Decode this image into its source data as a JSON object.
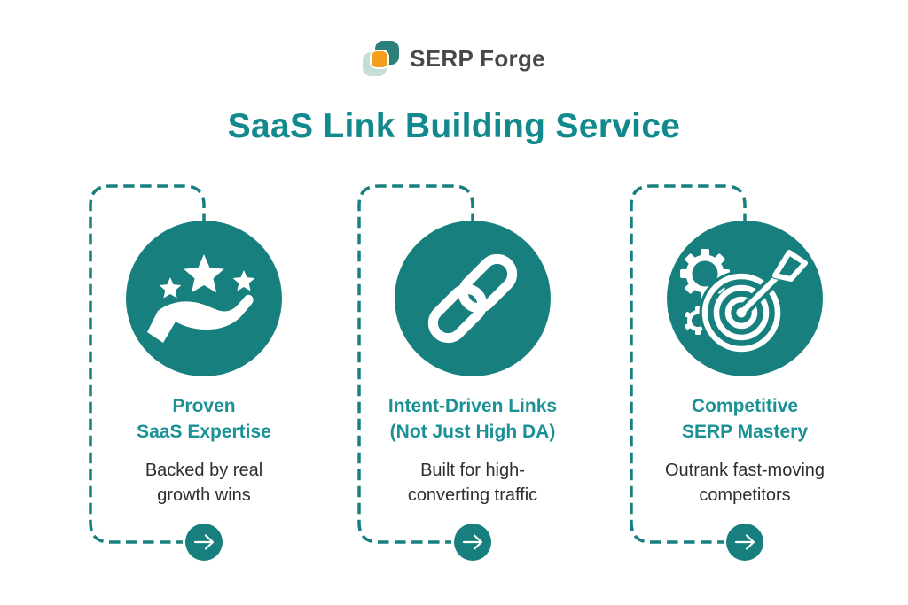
{
  "logo": {
    "text": "SERP Forge"
  },
  "title": "SaaS Link Building Service",
  "cards": [
    {
      "icon": "hand-holding-stars",
      "heading_line1": "Proven",
      "heading_line2": "SaaS Expertise",
      "body_line1": "Backed by real",
      "body_line2": "growth wins"
    },
    {
      "icon": "chain-link",
      "heading_line1": "Intent-Driven Links",
      "heading_line2": "(Not Just High DA)",
      "body_line1": "Built for high-",
      "body_line2": "converting traffic"
    },
    {
      "icon": "target-gears-arrow",
      "heading_line1": "Competitive",
      "heading_line2": "SERP Mastery",
      "body_line1": "Outrank fast-moving",
      "body_line2": "competitors"
    }
  ],
  "colors": {
    "teal_primary": "#17807E",
    "title_teal": "#12898C",
    "heading_teal": "#1A9194",
    "body_text": "#2E2E2E",
    "logo_text": "#48484B",
    "logo_square_teal": "#2B807C",
    "logo_square_mint": "#C6DED8",
    "logo_square_orange": "#F59E1E",
    "background": "#FFFFFF",
    "icon_white": "#FFFFFF"
  }
}
